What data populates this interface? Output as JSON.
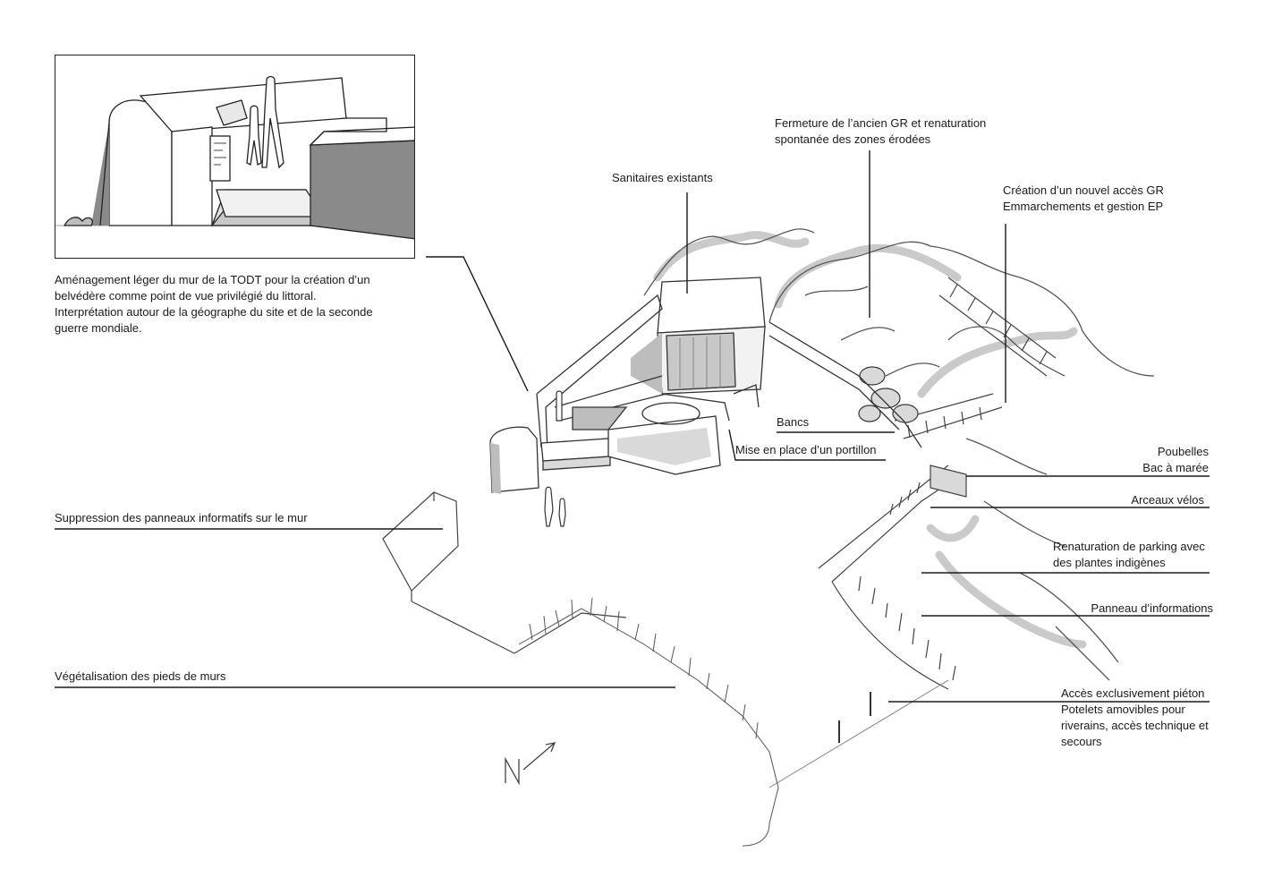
{
  "inset": {
    "caption": [
      "Aménagement léger du mur de la TODT pour la création d’un",
      "belvédère comme point de vue privilégié du littoral.",
      "Interprétation autour de la géographe du site et de la seconde",
      "guerre mondiale."
    ]
  },
  "annotations": {
    "fermeture": [
      "Fermeture de l’ancien GR et renaturation",
      "spontanée des zones érodées"
    ],
    "sanitaires": [
      "Sanitaires existants"
    ],
    "creation_gr": [
      "Création d’un nouvel accès GR",
      "Emmarchements et gestion EP"
    ],
    "bancs": [
      "Bancs"
    ],
    "portillon": [
      "Mise en place d’un portillon"
    ],
    "poubelles": [
      "Poubelles",
      "Bac à marée"
    ],
    "arceaux": [
      "Arceaux vélos"
    ],
    "renaturation": [
      "Renaturation de parking avec",
      "des plantes indigènes"
    ],
    "panneau": [
      "Panneau d’informations"
    ],
    "suppression": [
      "Suppression des panneaux informatifs sur le mur"
    ],
    "vegetalisation": [
      "Végétalisation des pieds de murs"
    ],
    "acces": [
      "Accès exclusivement piéton",
      "Potelets amovibles pour",
      "riverains, accès technique et",
      "secours"
    ]
  },
  "colors": {
    "ink": "#1a1a1a",
    "pencil": "#555555",
    "shade": "#bdbdbd",
    "light_shade": "#d9d9d9"
  }
}
